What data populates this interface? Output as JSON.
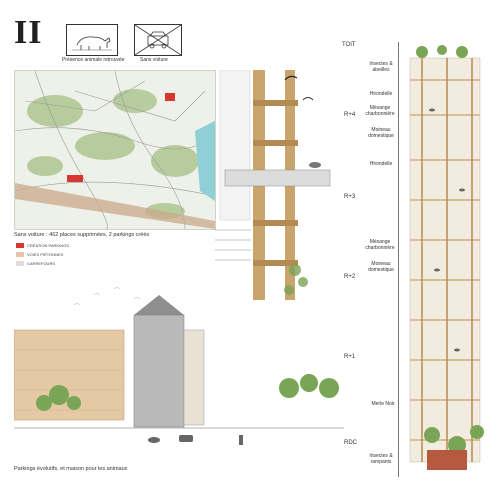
{
  "header": {
    "roman": "II",
    "icon_animals_label": "Présence animale retrouvée",
    "icon_car_label": "Sans voiture"
  },
  "map_note": "Sans voiture : 462 places supprimées, 2 parkings créés",
  "legend": [
    {
      "label": "CRÉATION PARKINGS",
      "color": "#d8372f"
    },
    {
      "label": "VOIES PIÉTONNES",
      "color": "#e8c3a6"
    },
    {
      "label": "CARREFOURS",
      "color": "#dcdcdc"
    }
  ],
  "section_caption": "Parkings évolutifs, et maison pour les animaux",
  "levels": [
    "TOIT",
    "R+4",
    "R+3",
    "R+2",
    "R+1",
    "RDC"
  ],
  "species": [
    "Insectes & abeilles",
    "Hirondelle",
    "Mésange charbonnière",
    "Moineau domestique",
    "Hirondelle",
    "Mésange charbonnière",
    "Moineau domestique",
    "Merle Noir",
    "Insectes & rampants"
  ],
  "colors": {
    "accent_red": "#d8372f",
    "wood": "#c9a46c",
    "greenery": "#7aa556",
    "water": "#8ed0d6"
  }
}
